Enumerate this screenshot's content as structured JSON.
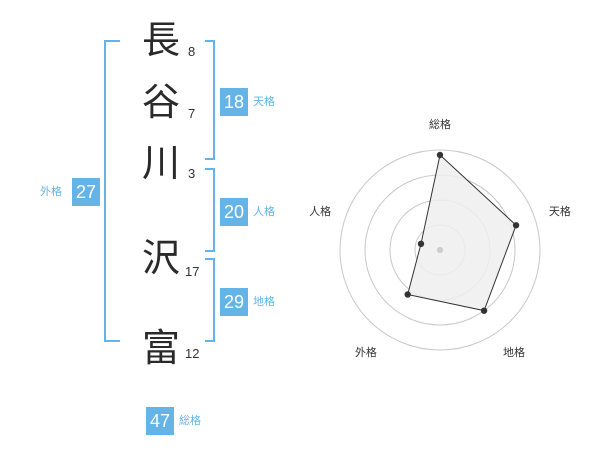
{
  "name": {
    "chars": [
      {
        "char": "長",
        "strokes": "8"
      },
      {
        "char": "谷",
        "strokes": "7"
      },
      {
        "char": "川",
        "strokes": "3"
      },
      {
        "char": "沢",
        "strokes": "17"
      },
      {
        "char": "富",
        "strokes": "12"
      }
    ]
  },
  "fortune": {
    "tenkaku": {
      "label": "天格",
      "value": "18"
    },
    "jinkaku": {
      "label": "人格",
      "value": "20"
    },
    "chikaku": {
      "label": "地格",
      "value": "29"
    },
    "gaikaku": {
      "label": "外格",
      "value": "27"
    },
    "soukaku": {
      "label": "総格",
      "value": "47"
    }
  },
  "colors": {
    "accent": "#64b4e8",
    "text": "#2a2a2a",
    "grid": "#c8c8c8",
    "fill": "#eeeeee",
    "line": "#333333"
  },
  "chart_data": {
    "type": "radar",
    "axes": [
      "総格",
      "天格",
      "地格",
      "外格",
      "人格"
    ],
    "values": [
      0.95,
      0.8,
      0.75,
      0.55,
      0.2
    ],
    "range": [
      0,
      1
    ],
    "rings": 4,
    "grid": true
  }
}
